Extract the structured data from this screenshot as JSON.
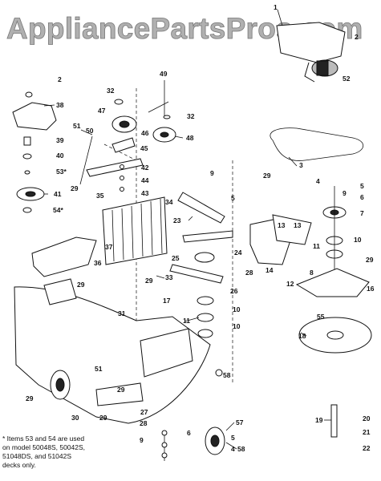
{
  "watermark": "AppliancePartsPros.com",
  "footnote": "* Items 53 and 54 are used\n   on model 50048S, 50042S,\n   51048DS, and 51042S\n   decks only.",
  "callouts": [
    "1",
    "2",
    "52",
    "2",
    "38",
    "39",
    "40",
    "53*",
    "41",
    "54*",
    "49",
    "32",
    "47",
    "46",
    "45",
    "50",
    "51",
    "48",
    "32",
    "42",
    "44",
    "43",
    "29",
    "3",
    "4",
    "5",
    "6",
    "7",
    "29",
    "9",
    "5",
    "13",
    "13",
    "23",
    "35",
    "34",
    "37",
    "36",
    "29",
    "33",
    "25",
    "24",
    "31",
    "9",
    "11",
    "10",
    "8",
    "29",
    "14",
    "12",
    "28",
    "26",
    "10",
    "17",
    "16",
    "18",
    "55",
    "19",
    "20",
    "21",
    "22",
    "11",
    "10",
    "29",
    "58",
    "57",
    "58",
    "30",
    "29",
    "27",
    "28",
    "9",
    "6",
    "5",
    "4",
    "51",
    "29",
    "29"
  ],
  "colors": {
    "ink": "#111111",
    "watermark_fill": "#b0b0b0",
    "background": "#ffffff"
  }
}
